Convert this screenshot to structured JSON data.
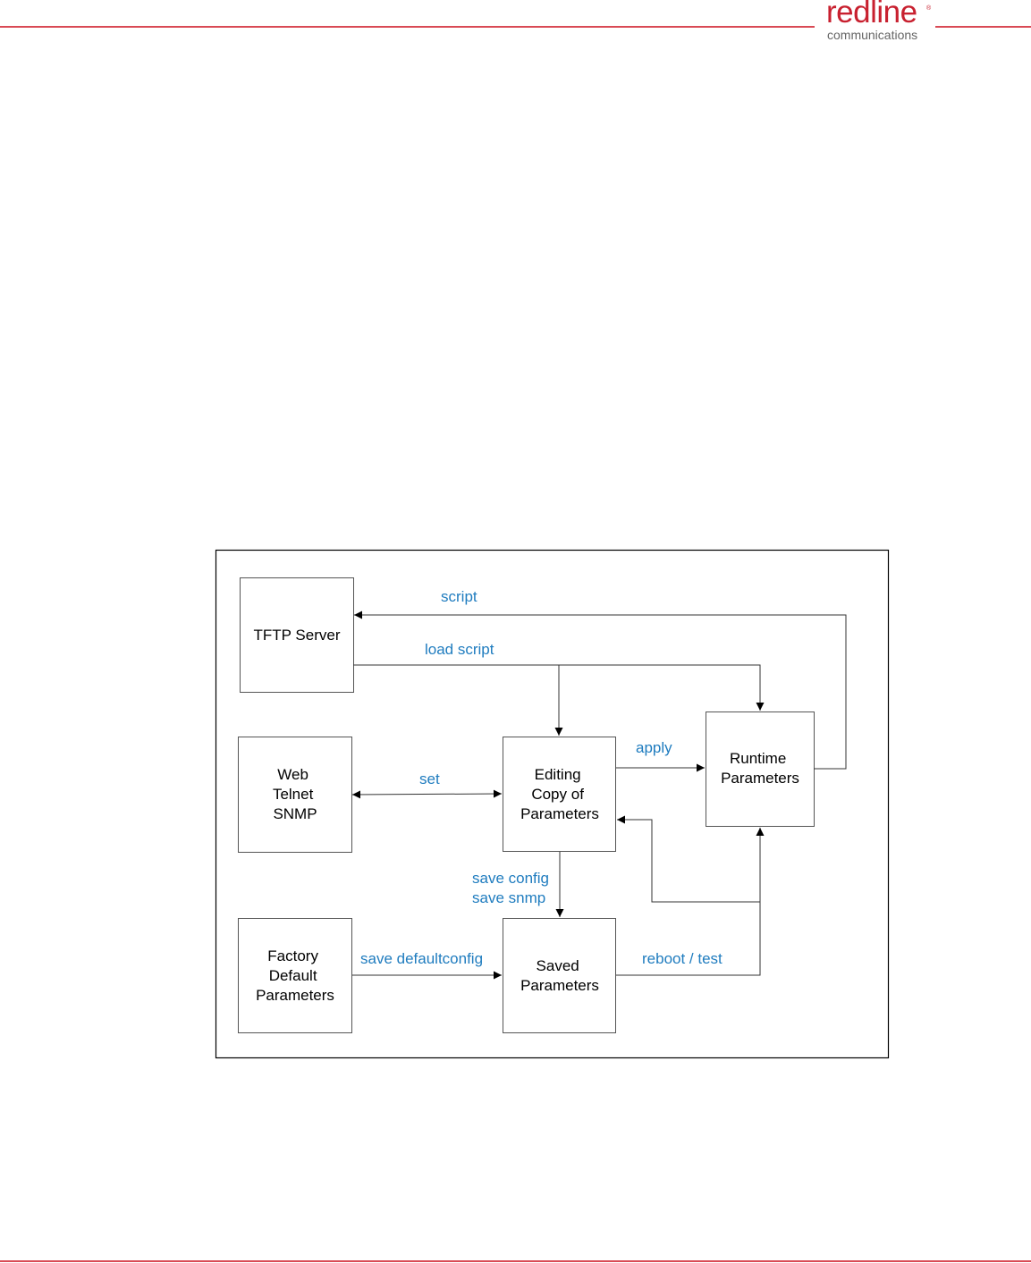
{
  "header": {
    "brand_name": "redline",
    "brand_mark": "®",
    "brand_sub": "communications"
  },
  "colors": {
    "brand": "#c8202f",
    "rule": "#d94a55",
    "label": "#1f7cbf",
    "line": "#333333",
    "box_border": "#555555"
  },
  "diagram": {
    "nodes": [
      {
        "id": "tftp",
        "lines": [
          "TFTP Server"
        ]
      },
      {
        "id": "web",
        "lines": [
          "Web",
          "Telnet",
          "SNMP"
        ]
      },
      {
        "id": "editing",
        "lines": [
          "Editing",
          "Copy of",
          "Parameters"
        ]
      },
      {
        "id": "runtime",
        "lines": [
          "Runtime",
          "Parameters"
        ]
      },
      {
        "id": "factory",
        "lines": [
          "Factory",
          "Default",
          "Parameters"
        ]
      },
      {
        "id": "saved",
        "lines": [
          "Saved",
          "Parameters"
        ]
      }
    ],
    "edges": [
      {
        "id": "script",
        "from": "runtime",
        "to": "tftp",
        "labels": [
          "script"
        ]
      },
      {
        "id": "load-script",
        "from": "tftp",
        "to": "editing + runtime",
        "labels": [
          "load script"
        ]
      },
      {
        "id": "set",
        "from": "web",
        "to": "editing",
        "bidirectional": true,
        "labels": [
          "set"
        ]
      },
      {
        "id": "apply",
        "from": "editing",
        "to": "runtime",
        "labels": [
          "apply"
        ]
      },
      {
        "id": "save-config",
        "from": "editing",
        "to": "saved",
        "labels": [
          "save config",
          "save snmp"
        ]
      },
      {
        "id": "save-defaultconfig",
        "from": "factory",
        "to": "saved",
        "labels": [
          "save defaultconfig"
        ]
      },
      {
        "id": "reboot-test",
        "from": "saved",
        "to": "runtime + editing",
        "labels": [
          "reboot / test"
        ]
      }
    ]
  }
}
